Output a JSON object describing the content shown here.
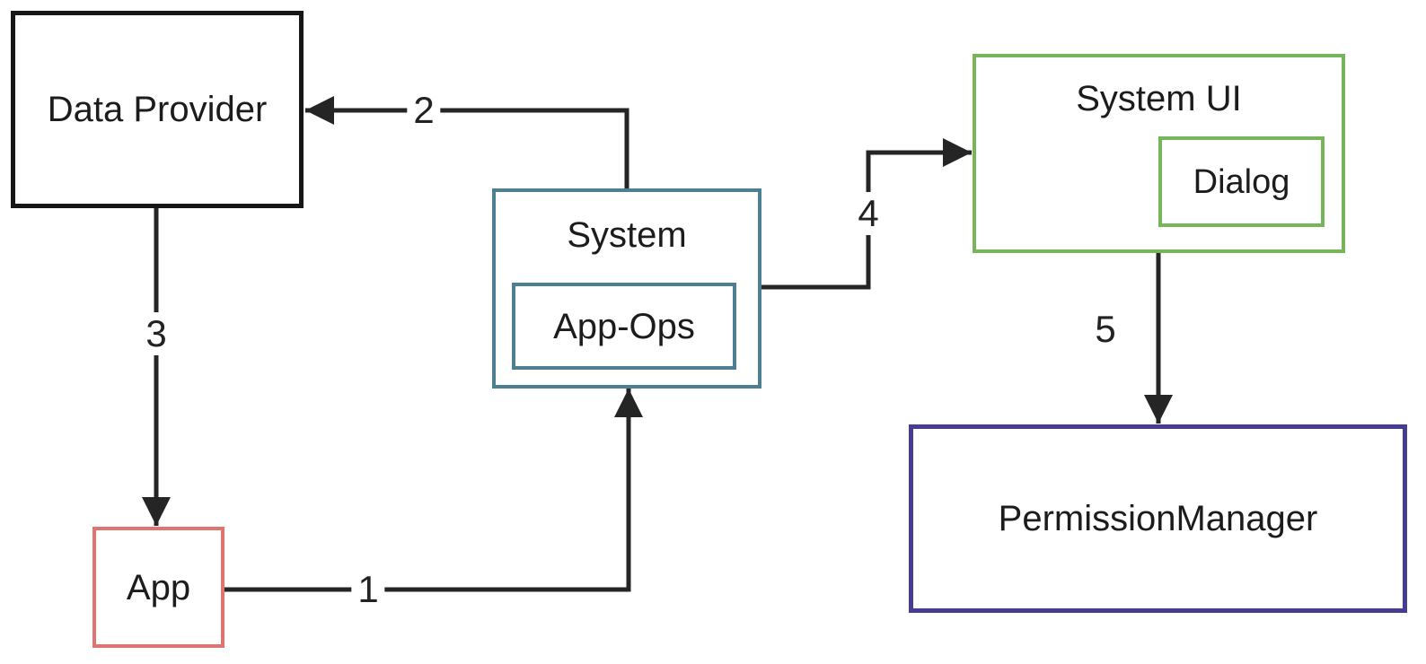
{
  "diagram": {
    "description": "Permission flow diagram between app, system components and permission manager",
    "nodes": {
      "data_provider": {
        "label": "Data Provider",
        "border_color": "#161616"
      },
      "app": {
        "label": "App",
        "border_color": "#e0746f"
      },
      "system": {
        "label": "System",
        "border_color": "#4e7f91"
      },
      "app_ops": {
        "label": "App-Ops",
        "border_color": "#4e7f91",
        "parent": "system"
      },
      "system_ui": {
        "label": "System UI",
        "border_color": "#77b55a"
      },
      "dialog": {
        "label": "Dialog",
        "border_color": "#77b55a",
        "parent": "system_ui"
      },
      "permission_manager": {
        "label": "PermissionManager",
        "border_color": "#463c94"
      }
    },
    "edges": [
      {
        "label": "1",
        "from": "app",
        "to": "system"
      },
      {
        "label": "2",
        "from": "system",
        "to": "data_provider"
      },
      {
        "label": "3",
        "from": "data_provider",
        "to": "app"
      },
      {
        "label": "4",
        "from": "system",
        "to": "system_ui"
      },
      {
        "label": "5",
        "from": "system_ui",
        "to": "permission_manager"
      }
    ],
    "colors": {
      "background": "#ffffff",
      "line": "#252525",
      "text": "#1c1c1c"
    }
  }
}
